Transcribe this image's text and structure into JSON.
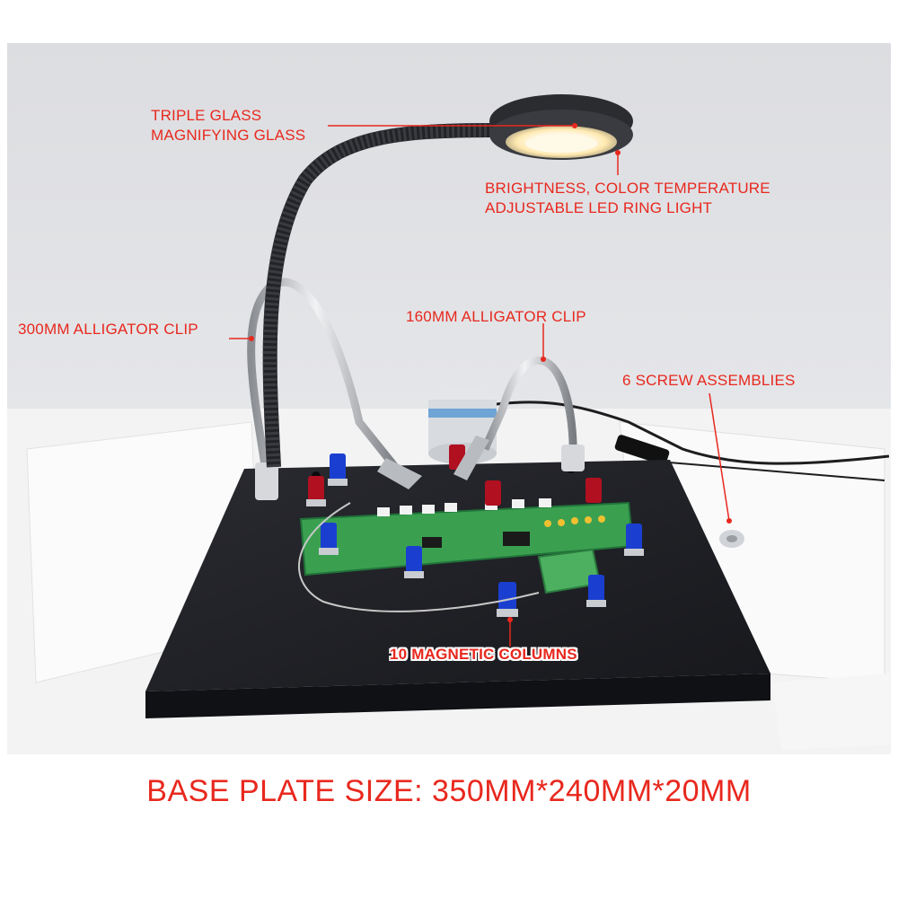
{
  "labels": {
    "magnifier_line1": "TRIPLE GLASS",
    "magnifier_line2": "MAGNIFYING GLASS",
    "led_line1": "BRIGHTNESS, COLOR TEMPERATURE",
    "led_line2": "ADJUSTABLE LED RING LIGHT",
    "clip_300": "300MM ALLIGATOR CLIP",
    "clip_160": "160MM ALLIGATOR CLIP",
    "screws": "6 SCREW ASSEMBLIES",
    "magnetic": "10 MAGNETIC COLUMNS"
  },
  "caption": "BASE PLATE SIZE: 350MM*240MM*20MM",
  "colors": {
    "label_red": "#e8281e",
    "base_plate": "#1e1f24",
    "pcb_green": "#3aa050",
    "column_blue": "#1a3fd0",
    "column_red": "#b01020"
  }
}
